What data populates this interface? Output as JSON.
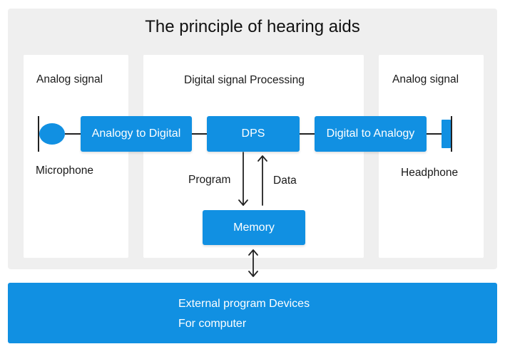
{
  "diagram": {
    "title": "The principle of hearing aids",
    "panels": {
      "left_heading": "Analog signal",
      "center_heading": "Digital signal Processing",
      "right_heading": "Analog signal"
    },
    "components": {
      "microphone": "Microphone",
      "headphone": "Headphone",
      "adc": "Analogy to Digital",
      "dps": "DPS",
      "dac": "Digital to Analogy",
      "memory": "Memory"
    },
    "flows": {
      "program": "Program",
      "data": "Data"
    },
    "external": {
      "line1": "External program Devices",
      "line2": "For computer"
    },
    "colors": {
      "accent": "#1190e2",
      "frame": "#efefef",
      "panel": "#ffffff"
    }
  }
}
